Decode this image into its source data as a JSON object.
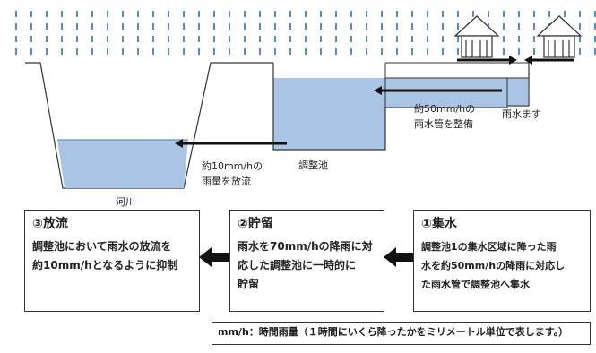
{
  "diagram": {
    "labels": {
      "river": "河川",
      "pond": "調整池",
      "rain_water": "雨水ます",
      "pipe_line1": "約50mm/hの",
      "pipe_line2": "雨水管を整備",
      "release_line1": "約10mm/hの",
      "release_line2": "雨量を放流"
    },
    "colors": {
      "water": "#a9c4e4",
      "pond": "#a9c4e4",
      "rain": "#2d6fc0",
      "line": "#333333",
      "arrow": "#111111"
    }
  },
  "steps": [
    {
      "title": "③放流",
      "lines": [
        "調整池において雨水の放流を",
        "約10mm/hとなるように抑制"
      ]
    },
    {
      "title": "②貯留",
      "lines": [
        "雨水を70mm/hの降雨に対",
        "応した調整池に一時的に",
        "貯留"
      ]
    },
    {
      "title": "①集水",
      "lines": [
        "調整池1の集水区域に降った雨",
        "水を約50mm/hの降雨に対応し",
        "た雨水管で調整池へ集水"
      ]
    }
  ],
  "note": "mm/h：時間雨量（１時間にいくら降ったかをミリメートル単位で表します。）"
}
